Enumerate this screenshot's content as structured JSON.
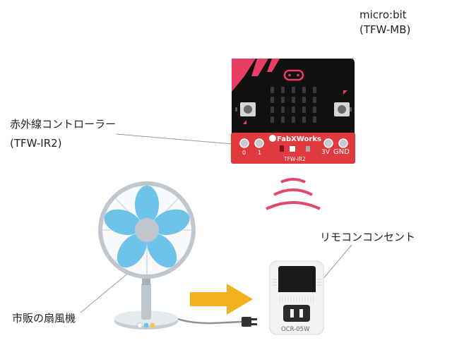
{
  "labels": {
    "microbit_line1": "micro:bit",
    "microbit_line2": "(TFW-MB)",
    "controller_line1": "赤外線コントローラー",
    "controller_line2": "(TFW-IR2)",
    "remote_outlet": "リモコンコンセント",
    "fan": "市販の扇風機"
  },
  "board": {
    "brand": "FabXWorks",
    "model": "TFW-IR2",
    "pin_0": "0",
    "pin_1": "1",
    "pin_3v": "3V",
    "pin_gnd": "GND"
  },
  "outlet": {
    "model": "OCR-05W"
  },
  "colors": {
    "board_red": "#e03a3e",
    "pink_accent": "#e83e64",
    "wave": "#e2486a",
    "arrow": "#f2b01e",
    "fan_blue": "#6ec3ea",
    "fan_gray": "#bfc6cc"
  }
}
